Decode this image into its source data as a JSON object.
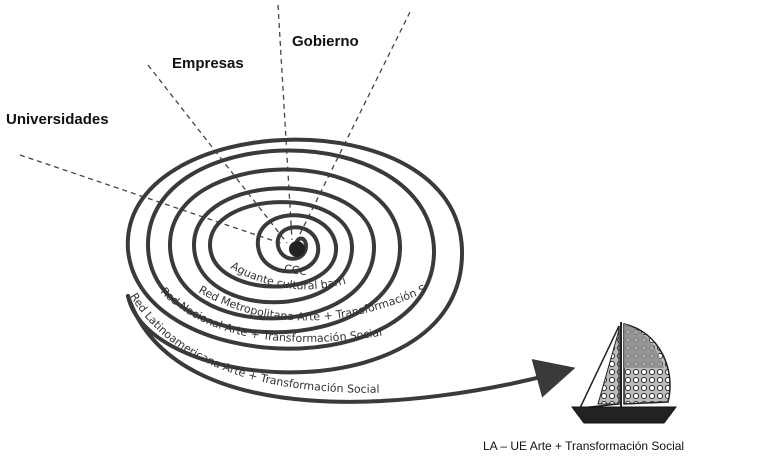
{
  "actors": {
    "universidades": "Universidades",
    "empresas": "Empresas",
    "gobierno": "Gobierno"
  },
  "center_label": "CCC",
  "rings": {
    "ring1": "Aguante cultural barrial",
    "ring2": "Red Metropolitana Arte + Transformación Social",
    "ring3": "Red Nacional Arte + Transformación Social",
    "ring4": "Red Latinoamericana Arte + Transformación Social"
  },
  "caption": "LA – UE Arte + Transformación Social",
  "colors": {
    "spiral": "#3a3a3a",
    "dashed": "#444444",
    "sail_fill": "#9a9a9a",
    "hull": "#222222"
  }
}
